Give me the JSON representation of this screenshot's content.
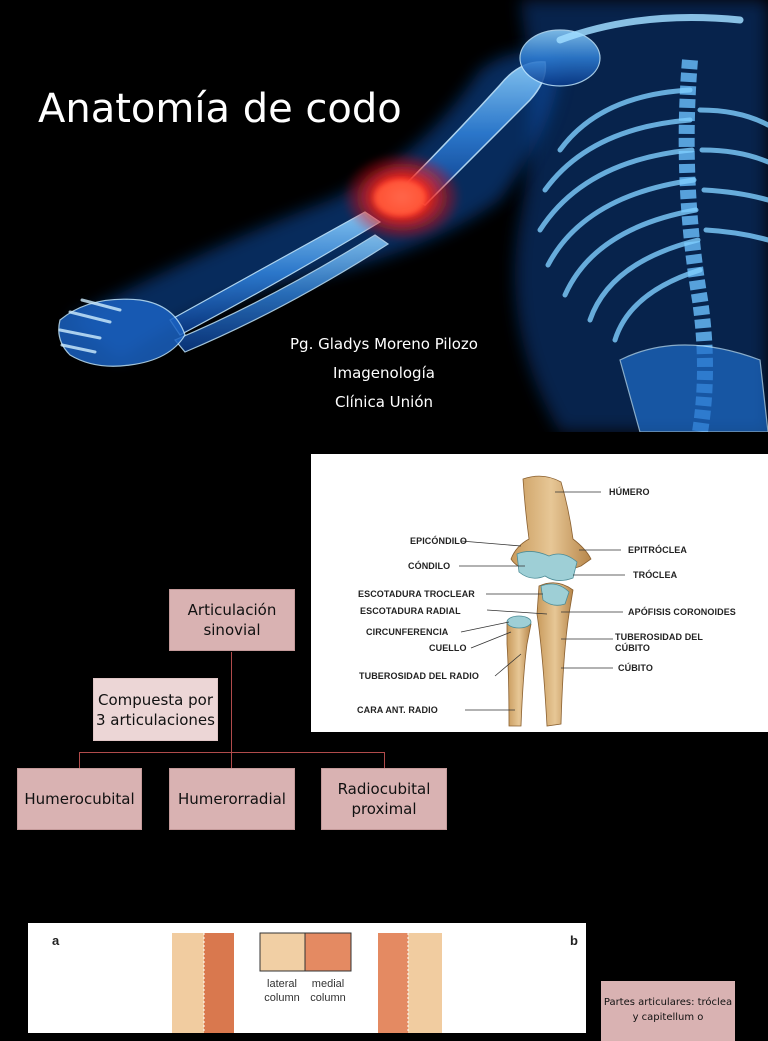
{
  "slide1": {
    "title": "Anatomía de codo",
    "presenter": "Pg. Gladys Moreno Pilozo",
    "department": "Imagenología",
    "institution": "Clínica Unión"
  },
  "slide2": {
    "root": "Articulación sinovial",
    "connector": "Compuesta por 3 articulaciones",
    "children": [
      "Humerocubital",
      "Humerorradial",
      "Radiocubital proximal"
    ],
    "anatomy_labels": {
      "humero": "HÚMERO",
      "epicondilo": "EPICÓNDILO",
      "epitroclea": "EPITRÓCLEA",
      "condilo": "CÓNDILO",
      "troclea": "TRÓCLEA",
      "escotadura_troclear": "ESCOTADURA TROCLEAR",
      "escotadura_radial": "ESCOTADURA RADIAL",
      "apofisis_coronoides": "APÓFISIS CORONOIDES",
      "circunferencia": "CIRCUNFERENCIA",
      "cuello": "CUELLO",
      "tuberosidad_cubito": "TUBEROSIDAD DEL CÚBITO",
      "tuberosidad_radio": "TUBEROSIDAD DEL RADIO",
      "cubito": "CÚBITO",
      "cara_ant_radio": "CARA ANT. RADIO"
    }
  },
  "slide3": {
    "panel_a": "a",
    "panel_b": "b",
    "lateral_column": "lateral column",
    "medial_column": "medial column",
    "partes_text": "Partes articulares: tróclea y capitellum o"
  }
}
